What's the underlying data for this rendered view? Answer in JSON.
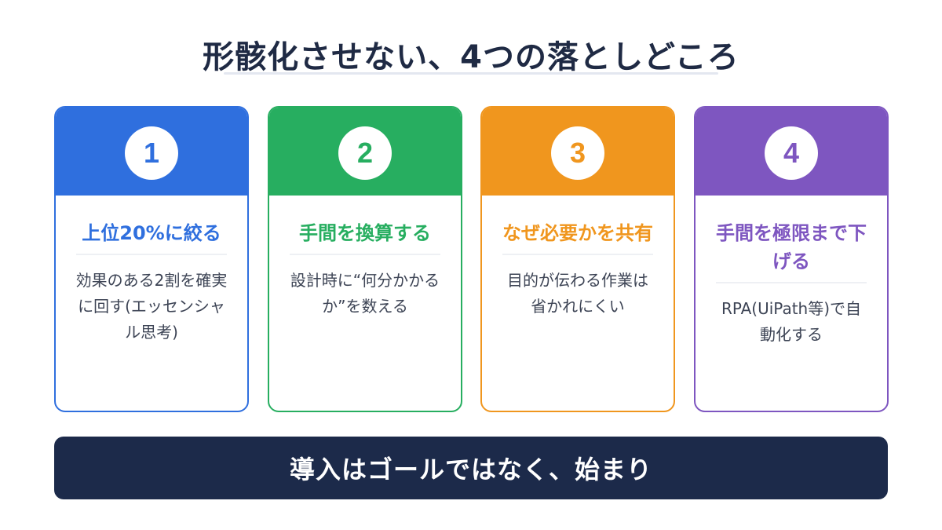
{
  "title": "形骸化させない、4つの落としどころ",
  "colors": {
    "card1": "#2f6fde",
    "card2": "#27ae60",
    "card3": "#f0961e",
    "card4": "#7e56c0",
    "banner": "#1c2a4a"
  },
  "cards": [
    {
      "number": "1",
      "heading": "上位20%に絞る",
      "text": "効果のある2割を確実に回す(エッセンシャル思考)"
    },
    {
      "number": "2",
      "heading": "手間を換算する",
      "text": "設計時に“何分かかるか”を数える"
    },
    {
      "number": "3",
      "heading": "なぜ必要かを共有",
      "text": "目的が伝わる作業は省かれにくい"
    },
    {
      "number": "4",
      "heading": "手間を極限まで下げる",
      "text": "RPA(UiPath等)で自動化する"
    }
  ],
  "banner": "導入はゴールではなく、始まり"
}
